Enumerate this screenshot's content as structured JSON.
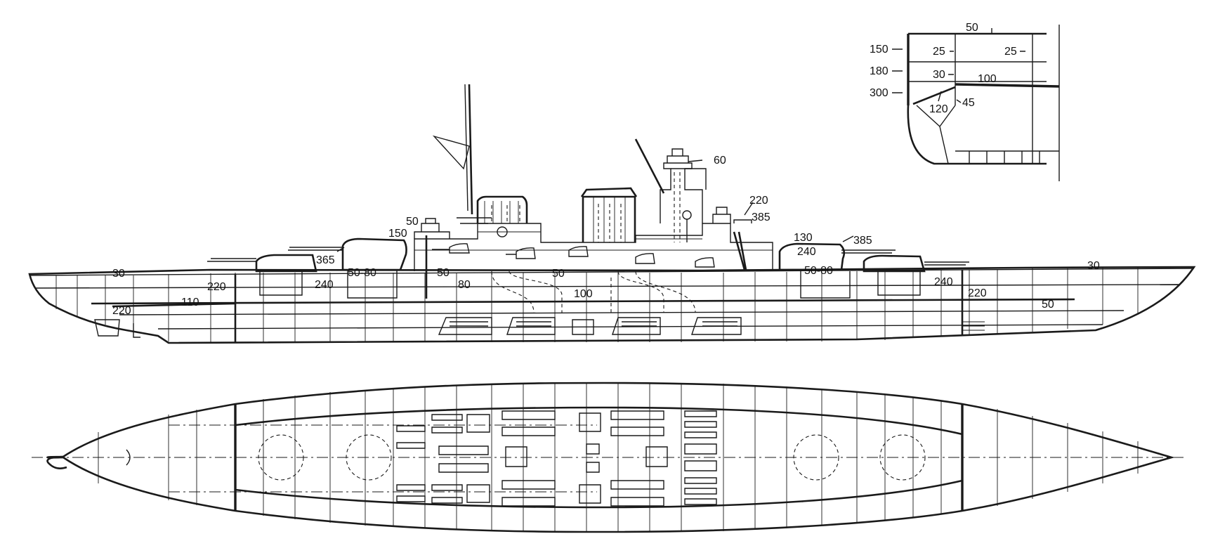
{
  "profile_labels": [
    {
      "id": "deck-30-fore",
      "text": "30"
    },
    {
      "id": "belt-220-a",
      "text": "220"
    },
    {
      "id": "deck-110",
      "text": "110"
    },
    {
      "id": "steer-220",
      "text": "220"
    },
    {
      "id": "barb-365",
      "text": "365"
    },
    {
      "id": "barb-240-a",
      "text": "240"
    },
    {
      "id": "turret-50-80-a",
      "text": "50-80"
    },
    {
      "id": "sec-50-top",
      "text": "50"
    },
    {
      "id": "sec-150",
      "text": "150"
    },
    {
      "id": "sec-50-mid",
      "text": "50"
    },
    {
      "id": "side-80",
      "text": "80"
    },
    {
      "id": "deck-50-mid",
      "text": "50"
    },
    {
      "id": "deck-100",
      "text": "100"
    },
    {
      "id": "dir-60",
      "text": "60"
    },
    {
      "id": "ct-220",
      "text": "220"
    },
    {
      "id": "ct-385",
      "text": "385"
    },
    {
      "id": "turret-130",
      "text": "130"
    },
    {
      "id": "turret-385",
      "text": "385"
    },
    {
      "id": "turret-240",
      "text": "240"
    },
    {
      "id": "turret-50-80-b",
      "text": "50-80"
    },
    {
      "id": "barb-240-b",
      "text": "240"
    },
    {
      "id": "belt-220-b",
      "text": "220"
    },
    {
      "id": "deck-30-aft",
      "text": "30"
    },
    {
      "id": "deck-50-aft",
      "text": "50"
    }
  ],
  "section_labels": [
    {
      "id": "sec-50-upper",
      "text": "50"
    },
    {
      "id": "sec-150",
      "text": "150"
    },
    {
      "id": "sec-25-a",
      "text": "25"
    },
    {
      "id": "sec-25-b",
      "text": "25"
    },
    {
      "id": "sec-180",
      "text": "180"
    },
    {
      "id": "sec-30",
      "text": "30"
    },
    {
      "id": "sec-100",
      "text": "100"
    },
    {
      "id": "sec-300",
      "text": "300"
    },
    {
      "id": "sec-120",
      "text": "120"
    },
    {
      "id": "sec-45",
      "text": "45"
    }
  ]
}
